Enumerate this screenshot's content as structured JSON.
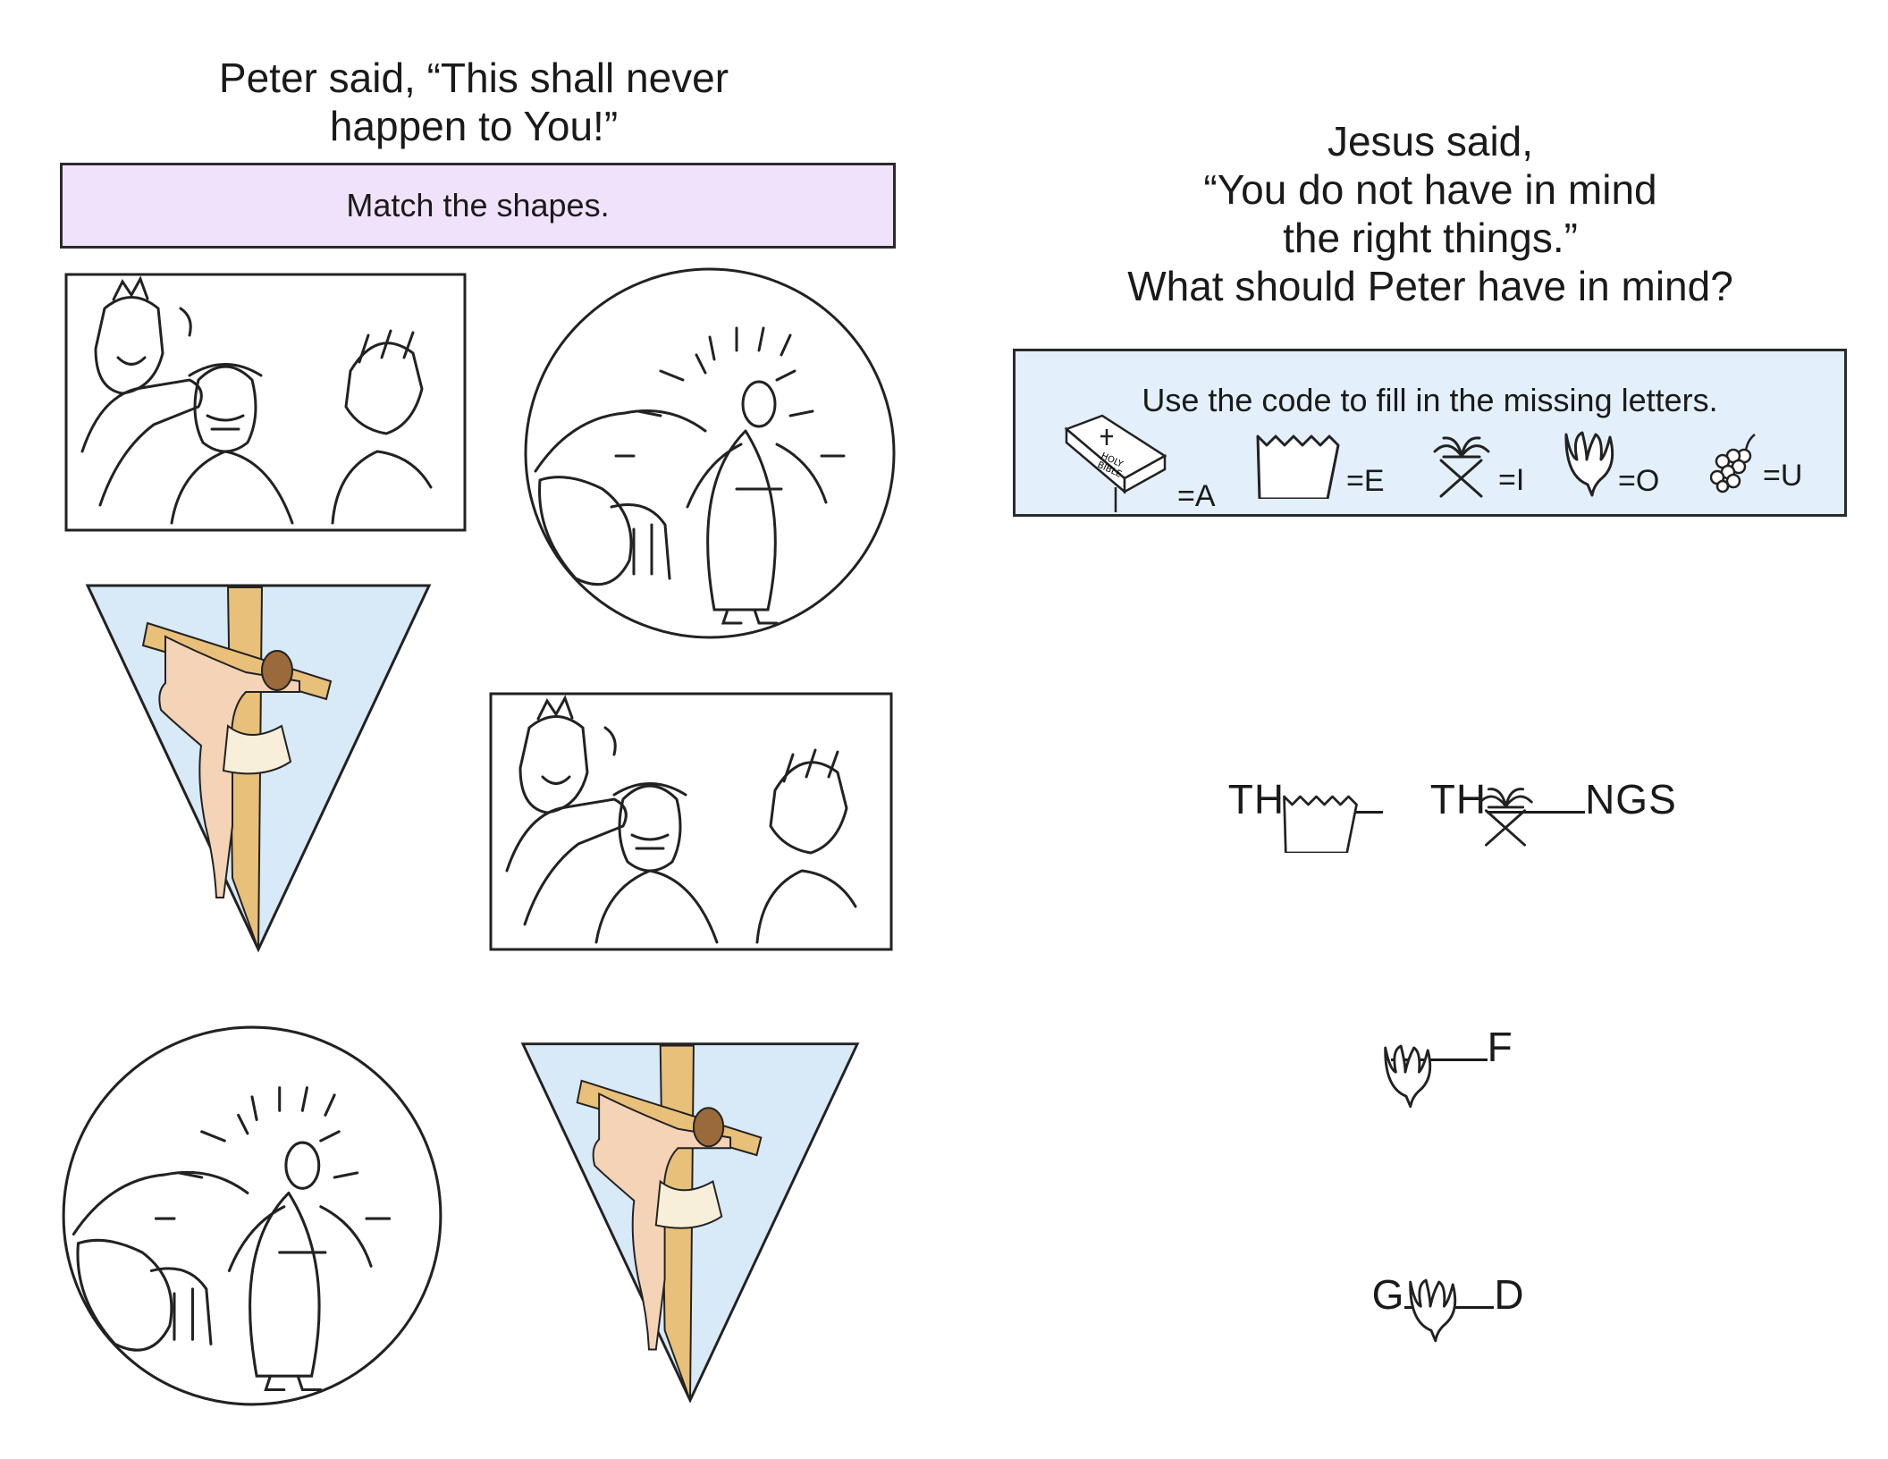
{
  "left": {
    "heading": "Peter said, “This shall never\nhappen to You!”",
    "instruction": "Match the shapes.",
    "banner_color": "#f1e2fb",
    "triangle_fill": "#d8e9f7",
    "cross_color": "#e8c07a",
    "shapes": [
      {
        "kind": "rectangle",
        "scene": "soldiers-crown-of-thorns"
      },
      {
        "kind": "circle",
        "scene": "risen-jesus-empty-tomb"
      },
      {
        "kind": "triangle",
        "scene": "jesus-on-cross"
      },
      {
        "kind": "rectangle",
        "scene": "soldiers-crown-of-thorns"
      },
      {
        "kind": "circle",
        "scene": "risen-jesus-empty-tomb"
      },
      {
        "kind": "triangle",
        "scene": "jesus-on-cross"
      }
    ]
  },
  "right": {
    "heading": "Jesus said,\n“You do not have in mind\nthe right things.”\nWhat should Peter have in mind?",
    "code_box": {
      "title": "Use the code to fill in the missing letters.",
      "background": "#e3f0fb",
      "items": [
        {
          "icon": "bible-icon",
          "eq": "=A"
        },
        {
          "icon": "crown-icon",
          "eq": "=E"
        },
        {
          "icon": "palm-cross-icon",
          "eq": "=I"
        },
        {
          "icon": "dove-icon",
          "eq": "=O"
        },
        {
          "icon": "grapes-icon",
          "eq": "=U"
        }
      ]
    },
    "puzzles": [
      {
        "before": "TH",
        "after": "",
        "icon": "crown-icon"
      },
      {
        "before": "TH",
        "after": "NGS",
        "icon": "palm-cross-icon"
      },
      {
        "before": "",
        "after": "F",
        "icon": "dove-icon"
      },
      {
        "before": "G",
        "after": "D",
        "icon": "dove-icon"
      }
    ]
  }
}
